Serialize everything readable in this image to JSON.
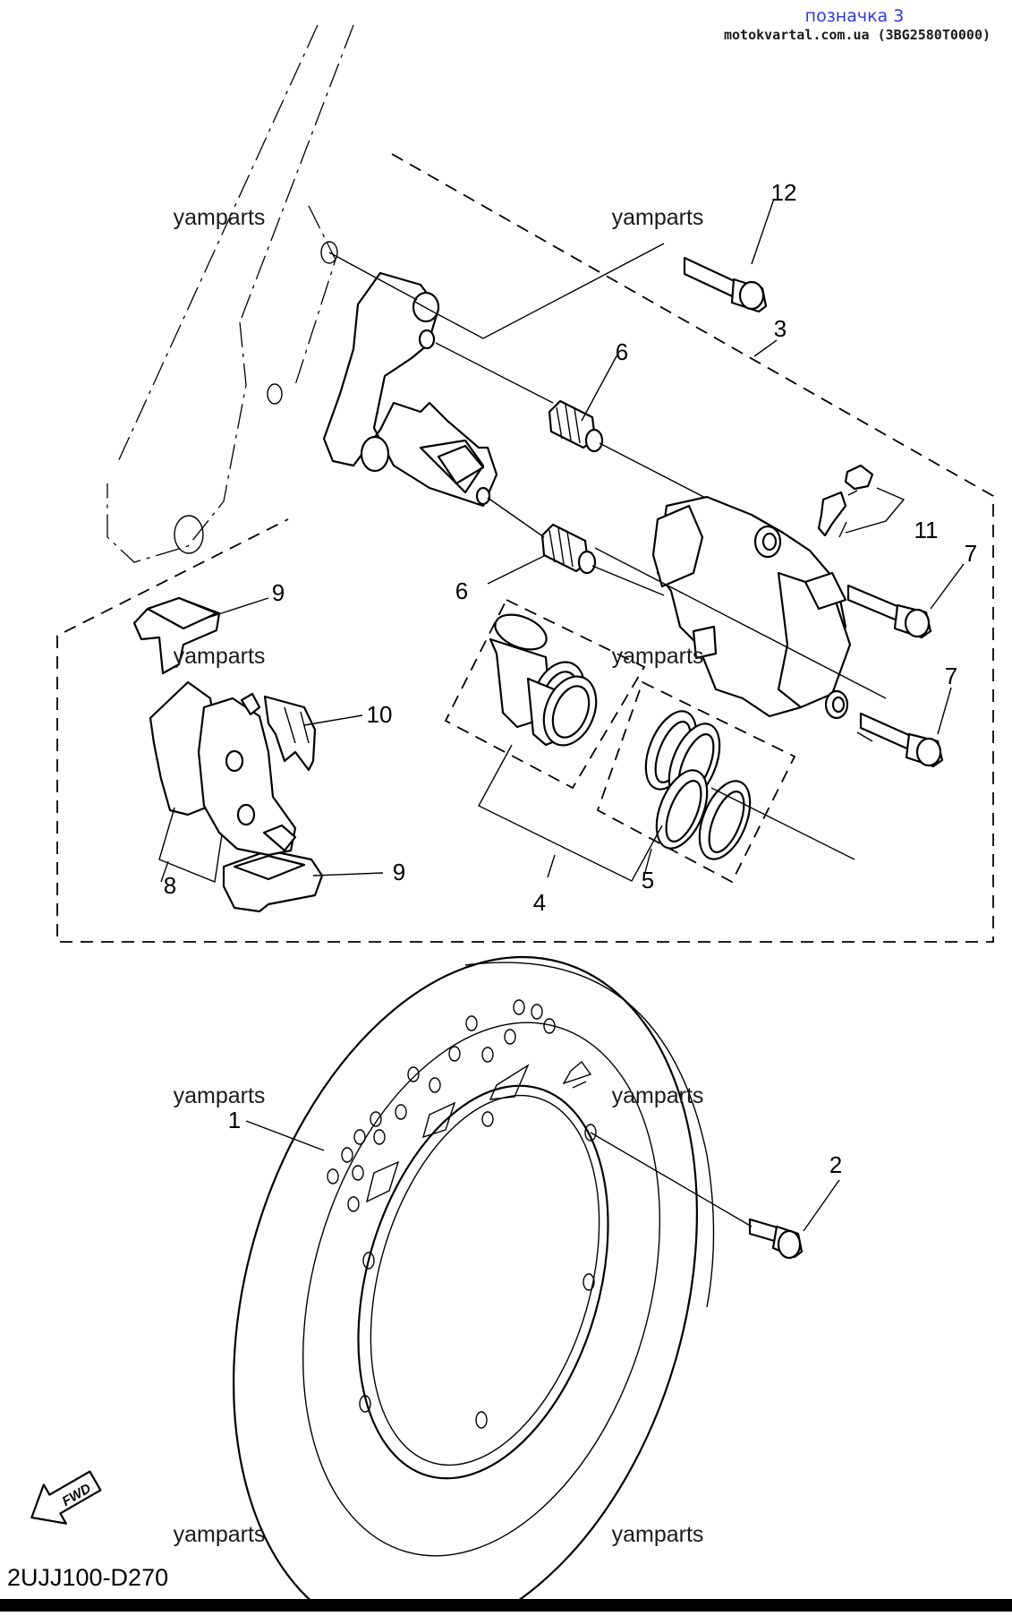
{
  "header": {
    "title": "позначка 3",
    "source": "motokvartal.com.ua (3BG2580T0000)"
  },
  "watermarks": [
    "yamparts",
    "yamparts",
    "yamparts",
    "yamparts",
    "yamparts",
    "yamparts",
    "yamparts",
    "yamparts"
  ],
  "callouts": [
    "12",
    "3",
    "6",
    "6",
    "11",
    "7",
    "7",
    "9",
    "10",
    "9",
    "8",
    "4",
    "5",
    "1",
    "2"
  ],
  "fwd_label": "FWD",
  "diagram_code": "2UJJ100-D270"
}
